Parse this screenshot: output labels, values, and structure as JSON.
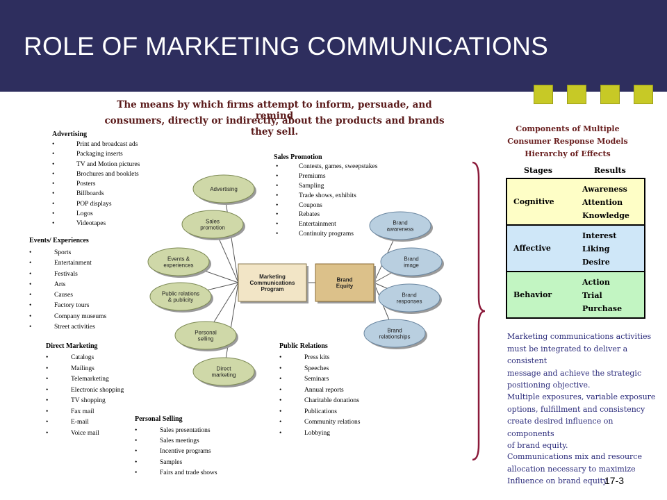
{
  "title": "ROLE OF MARKETING COMMUNICATIONS",
  "subtitle_line1": "The means by which firms attempt to inform, persuade, and remind",
  "subtitle_line2": "consumers, directly or indirectly, about the products and brands they sell.",
  "advertising": {
    "title": "Advertising",
    "items": [
      "Print and broadcast ads",
      "Packaging inserts",
      "TV and Motion pictures",
      "Brochures and booklets",
      "Posters",
      "Billboards",
      "POP displays",
      "Logos",
      "Videotapes"
    ]
  },
  "sales_promotion": {
    "title": "Sales Promotion",
    "items": [
      "Contests, games, sweepstakes",
      "Premiums",
      "Sampling",
      "Trade shows, exhibits",
      "Coupons",
      "Rebates",
      "Entertainment",
      "Continuity programs"
    ]
  },
  "events": {
    "title": "Events/ Experiences",
    "items": [
      "Sports",
      "Entertainment",
      "Festivals",
      "Arts",
      "Causes",
      "Factory tours",
      "Company museums",
      "Street activities"
    ]
  },
  "direct_marketing": {
    "title": "Direct Marketing",
    "items": [
      "Catalogs",
      "Mailings",
      "Telemarketing",
      "Electronic shopping",
      "TV shopping",
      "Fax mail",
      "E-mail",
      "Voice mail"
    ]
  },
  "public_relations": {
    "title": "Public Relations",
    "items": [
      "Press kits",
      "Speeches",
      "Seminars",
      "Annual reports",
      "Charitable donations",
      "Publications",
      "Community relations",
      "Lobbying"
    ]
  },
  "personal_selling": {
    "title": "Personal Selling",
    "items": [
      "Sales presentations",
      "Sales meetings",
      "Incentive programs",
      "Samples",
      "Fairs and trade shows"
    ]
  },
  "diagram": {
    "left_nodes": [
      [
        "Advertising"
      ],
      [
        "Sales",
        "promotion"
      ],
      [
        "Events &",
        "experiences"
      ],
      [
        "Public relations",
        "& publicity"
      ],
      [
        "Personal",
        "selling"
      ],
      [
        "Direct",
        "marketing"
      ]
    ],
    "center_left": [
      "Marketing",
      "Communications",
      "Program"
    ],
    "center_right": [
      "Brand",
      "Equity"
    ],
    "right_nodes": [
      [
        "Brand",
        "awareness"
      ],
      [
        "Brand",
        "image"
      ],
      [
        "Brand",
        "responses"
      ],
      [
        "Brand",
        "relationships"
      ]
    ]
  },
  "components": {
    "title_line1": "Components of Multiple",
    "title_line2": "Consumer Response Models",
    "title_line3": "Hierarchy of Effects",
    "stages_header": "Stages",
    "results_header": "Results",
    "rows": [
      {
        "stage": "Cognitive",
        "results": [
          "Awareness",
          "Attention",
          "Knowledge"
        ],
        "color": "#fefec6"
      },
      {
        "stage": "Affective",
        "results": [
          "Interest",
          "Liking",
          "Desire"
        ],
        "color": "#cfe7f8"
      },
      {
        "stage": "Behavior",
        "results": [
          "Action",
          "Trial",
          "Purchase"
        ],
        "color": "#c2f5c2"
      }
    ]
  },
  "notes": [
    [
      "Marketing communications activities",
      "must be integrated to deliver a consistent",
      "message and achieve the strategic",
      "positioning objective."
    ],
    [
      "Multiple exposures, variable exposure",
      "options, fulfillment and consistency",
      "create desired influence on components",
      "of brand equity."
    ],
    [
      "Communications mix and resource",
      "allocation necessary to maximize",
      "Influence on brand equity"
    ]
  ],
  "page_number": "17-3",
  "colors": {
    "header": "#2e2e5e",
    "accent_squares": "#c7c926",
    "left_ellipse": "#cfd8a8",
    "right_ellipse": "#b9cfe0",
    "center_left_box": "#f2e5c6",
    "center_right_box": "#dcc18a",
    "bracket": "#8b1a3a"
  }
}
